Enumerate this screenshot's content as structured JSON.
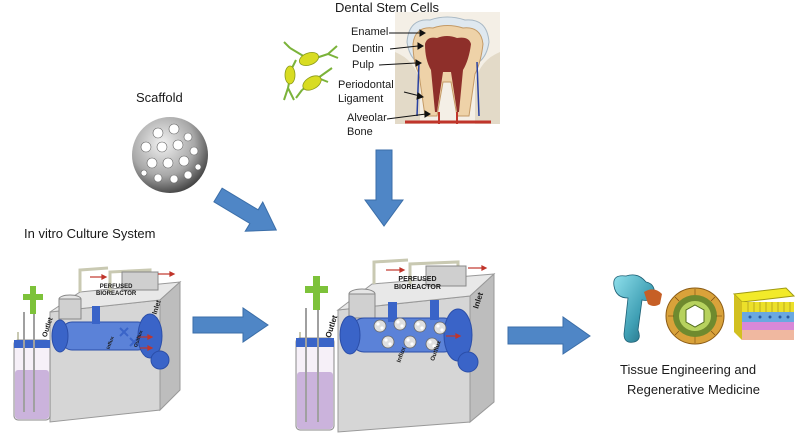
{
  "figure": {
    "dental_title": "Dental Stem Cells",
    "tooth_labels": {
      "enamel": "Enamel",
      "dentin": "Dentin",
      "pulp": "Pulp",
      "periodontal_line1": "Periodontal",
      "periodontal_line2": "Ligament",
      "alveolar_line1": "Alveolar",
      "alveolar_line2": "Bone"
    },
    "scaffold_title": "Scaffold",
    "culture_title": "In vitro Culture System",
    "outcome_line1": "Tissue Engineering and",
    "outcome_line2": "Regenerative Medicine",
    "bioreactor": {
      "sign_line1": "PERFUSED",
      "sign_line2": "BIOREACTOR",
      "inlet": "Inlet",
      "outlet": "Outlet",
      "influx": "Influx",
      "outflux": "Outflux"
    },
    "colors": {
      "arrow_blue": "#4f86c6",
      "bioreactor_blue": "#3a64c8",
      "stem_cell_yellow": "#d8dc22",
      "stem_cell_green": "#7bb33a",
      "media_purple": "#cbb3dc",
      "tooth_red": "#c0352b"
    }
  }
}
